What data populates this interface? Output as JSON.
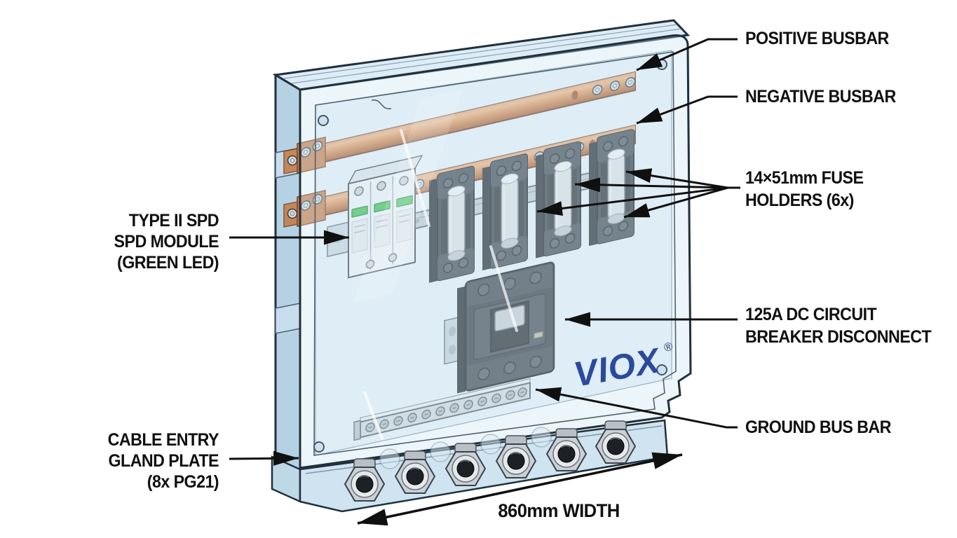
{
  "brand": {
    "logo_text": "VIOX",
    "registered": "®",
    "color": "#2b4a9a"
  },
  "callouts": {
    "positive_busbar": {
      "lines": [
        "POSITIVE BUSBAR"
      ]
    },
    "negative_busbar": {
      "lines": [
        "NEGATIVE BUSBAR"
      ]
    },
    "fuse_holders": {
      "lines": [
        "14×51mm FUSE",
        "HOLDERS (6x)"
      ]
    },
    "spd_module": {
      "lines": [
        "TYPE II SPD",
        "SPD MODULE",
        "(GREEN LED)"
      ]
    },
    "circuit_breaker": {
      "lines": [
        "125A DC CIRCUIT",
        "BREAKER DISCONNECT"
      ]
    },
    "ground_bus_bar": {
      "lines": [
        "GROUND BUS BAR"
      ]
    },
    "gland_plate": {
      "lines": [
        "CABLE ENTRY",
        "GLAND PLATE",
        "(8x PG21)"
      ]
    },
    "width_dimension": {
      "lines": [
        "860mm WIDTH"
      ]
    }
  },
  "colors": {
    "copper": "#d2834a",
    "enclosure_blue": "#cfe4f2",
    "outline": "#20303c",
    "component_dark": "#33383d",
    "led_green": "#3ec24e",
    "metal_gray": "#c9d0d6",
    "label_text": "#101010",
    "brand_navy": "#2b4a9a"
  }
}
